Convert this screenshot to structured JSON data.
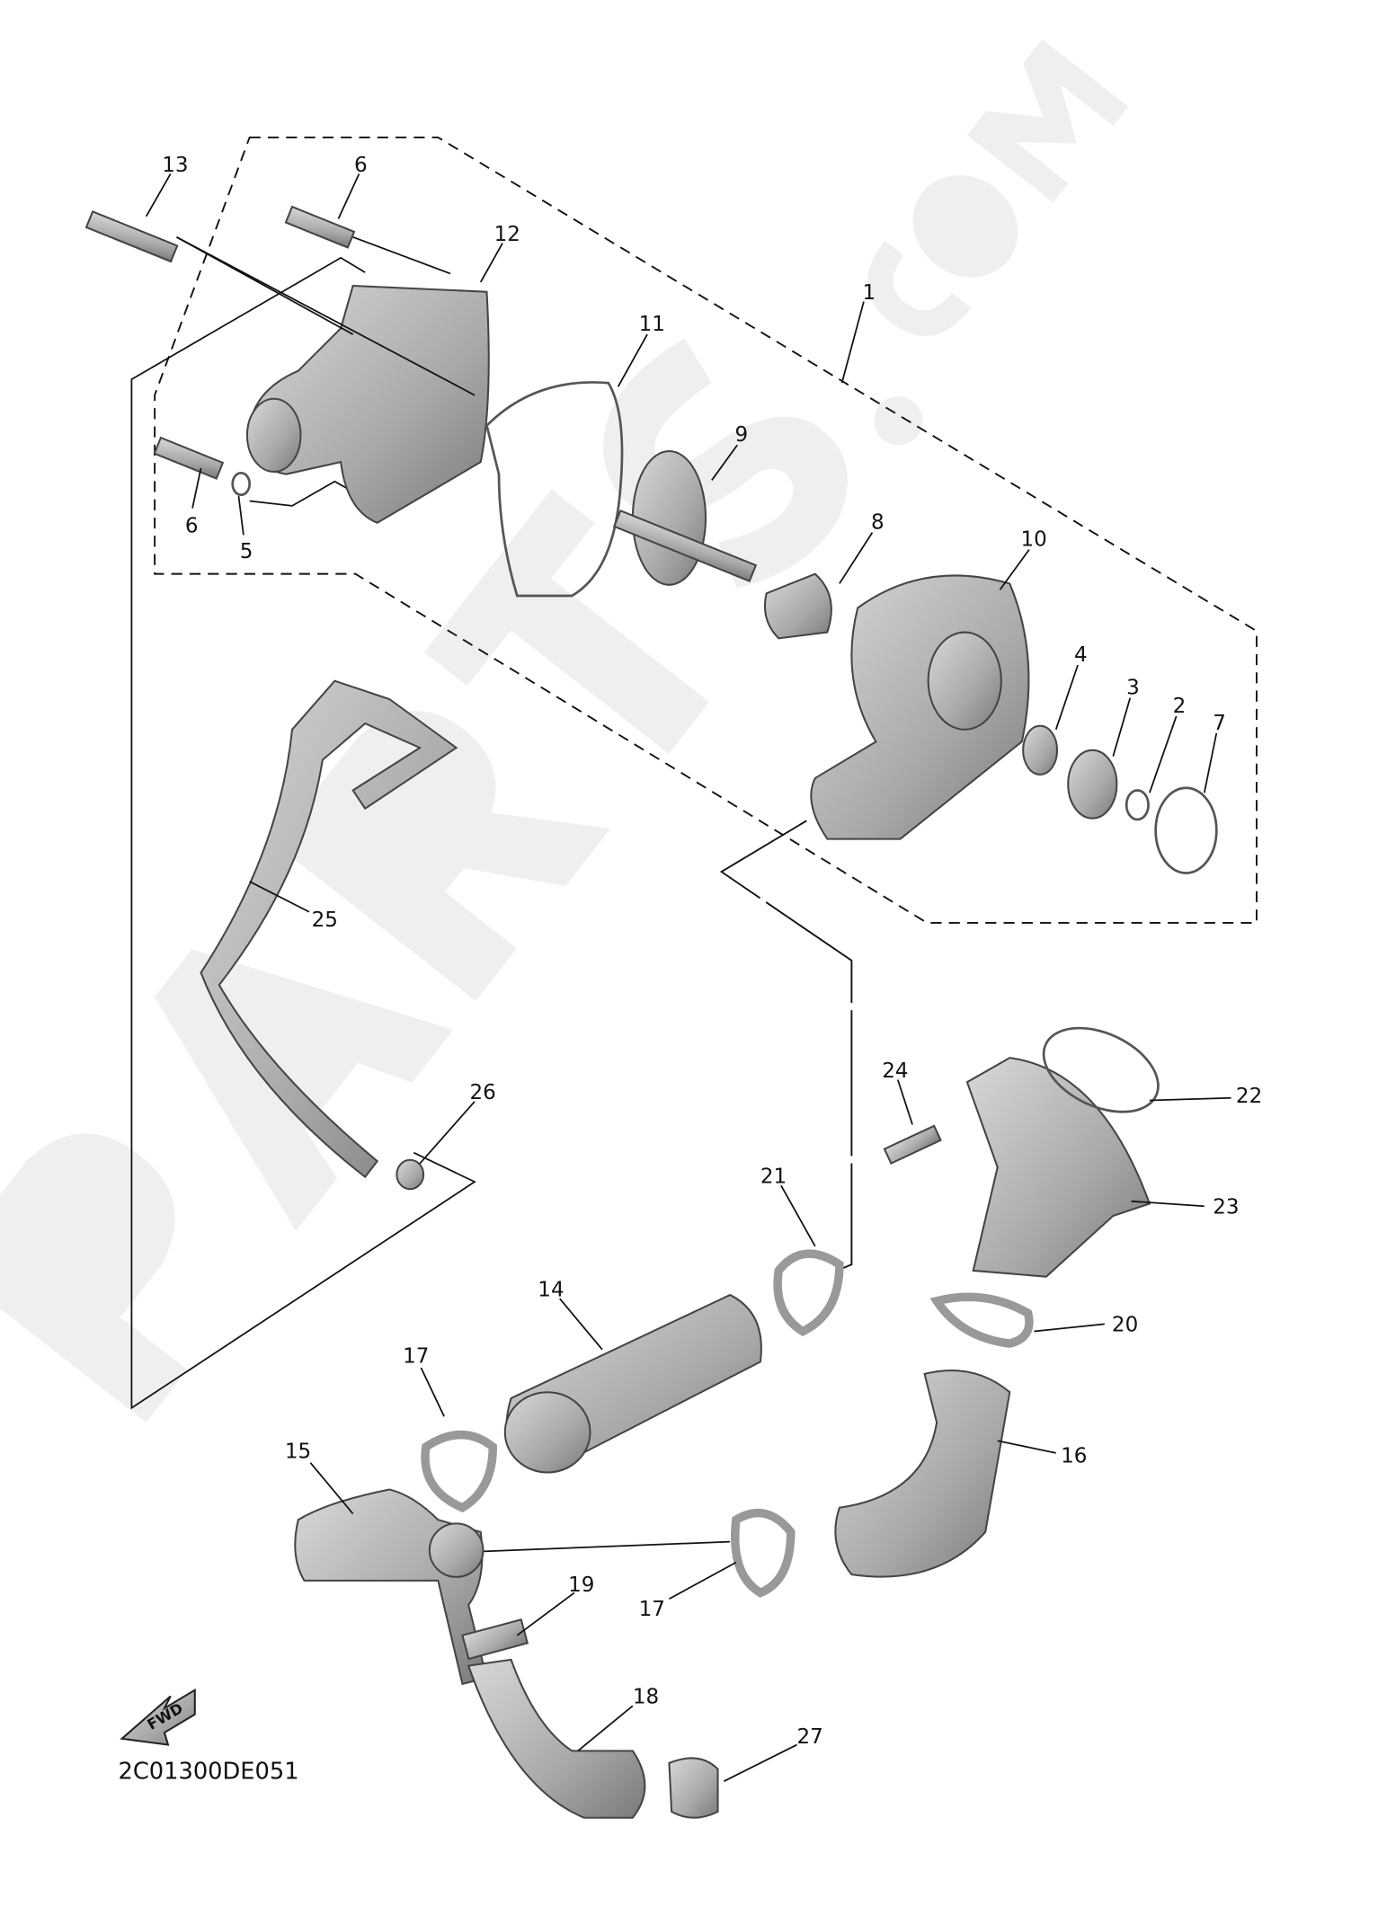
{
  "watermark": "PARTS.COM",
  "diagram_code": "2C01300DE051",
  "fwd_label": "FWD",
  "callouts": [
    "13",
    "6",
    "12",
    "11",
    "1",
    "9",
    "8",
    "10",
    "4",
    "3",
    "2",
    "7",
    "6",
    "5",
    "25",
    "26",
    "24",
    "22",
    "23",
    "21",
    "20",
    "14",
    "17",
    "16",
    "15",
    "19",
    "17",
    "18",
    "27"
  ]
}
